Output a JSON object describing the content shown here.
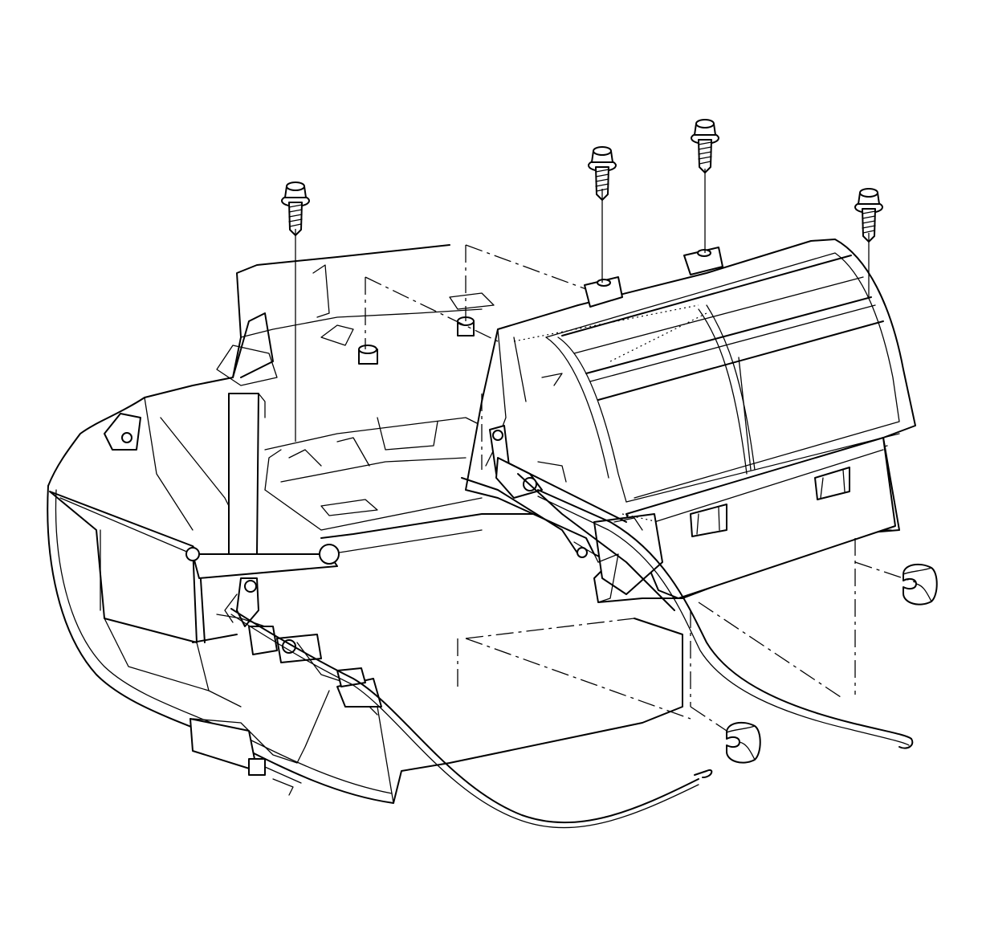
{
  "diagram": {
    "line_color": "#000000",
    "background": "#ffffff",
    "bolts": [
      {
        "id": "bolt-1"
      },
      {
        "id": "bolt-2"
      },
      {
        "id": "bolt-3"
      },
      {
        "id": "bolt-4"
      }
    ],
    "clips": [
      {
        "id": "clip-right"
      },
      {
        "id": "clip-bottom"
      }
    ]
  }
}
